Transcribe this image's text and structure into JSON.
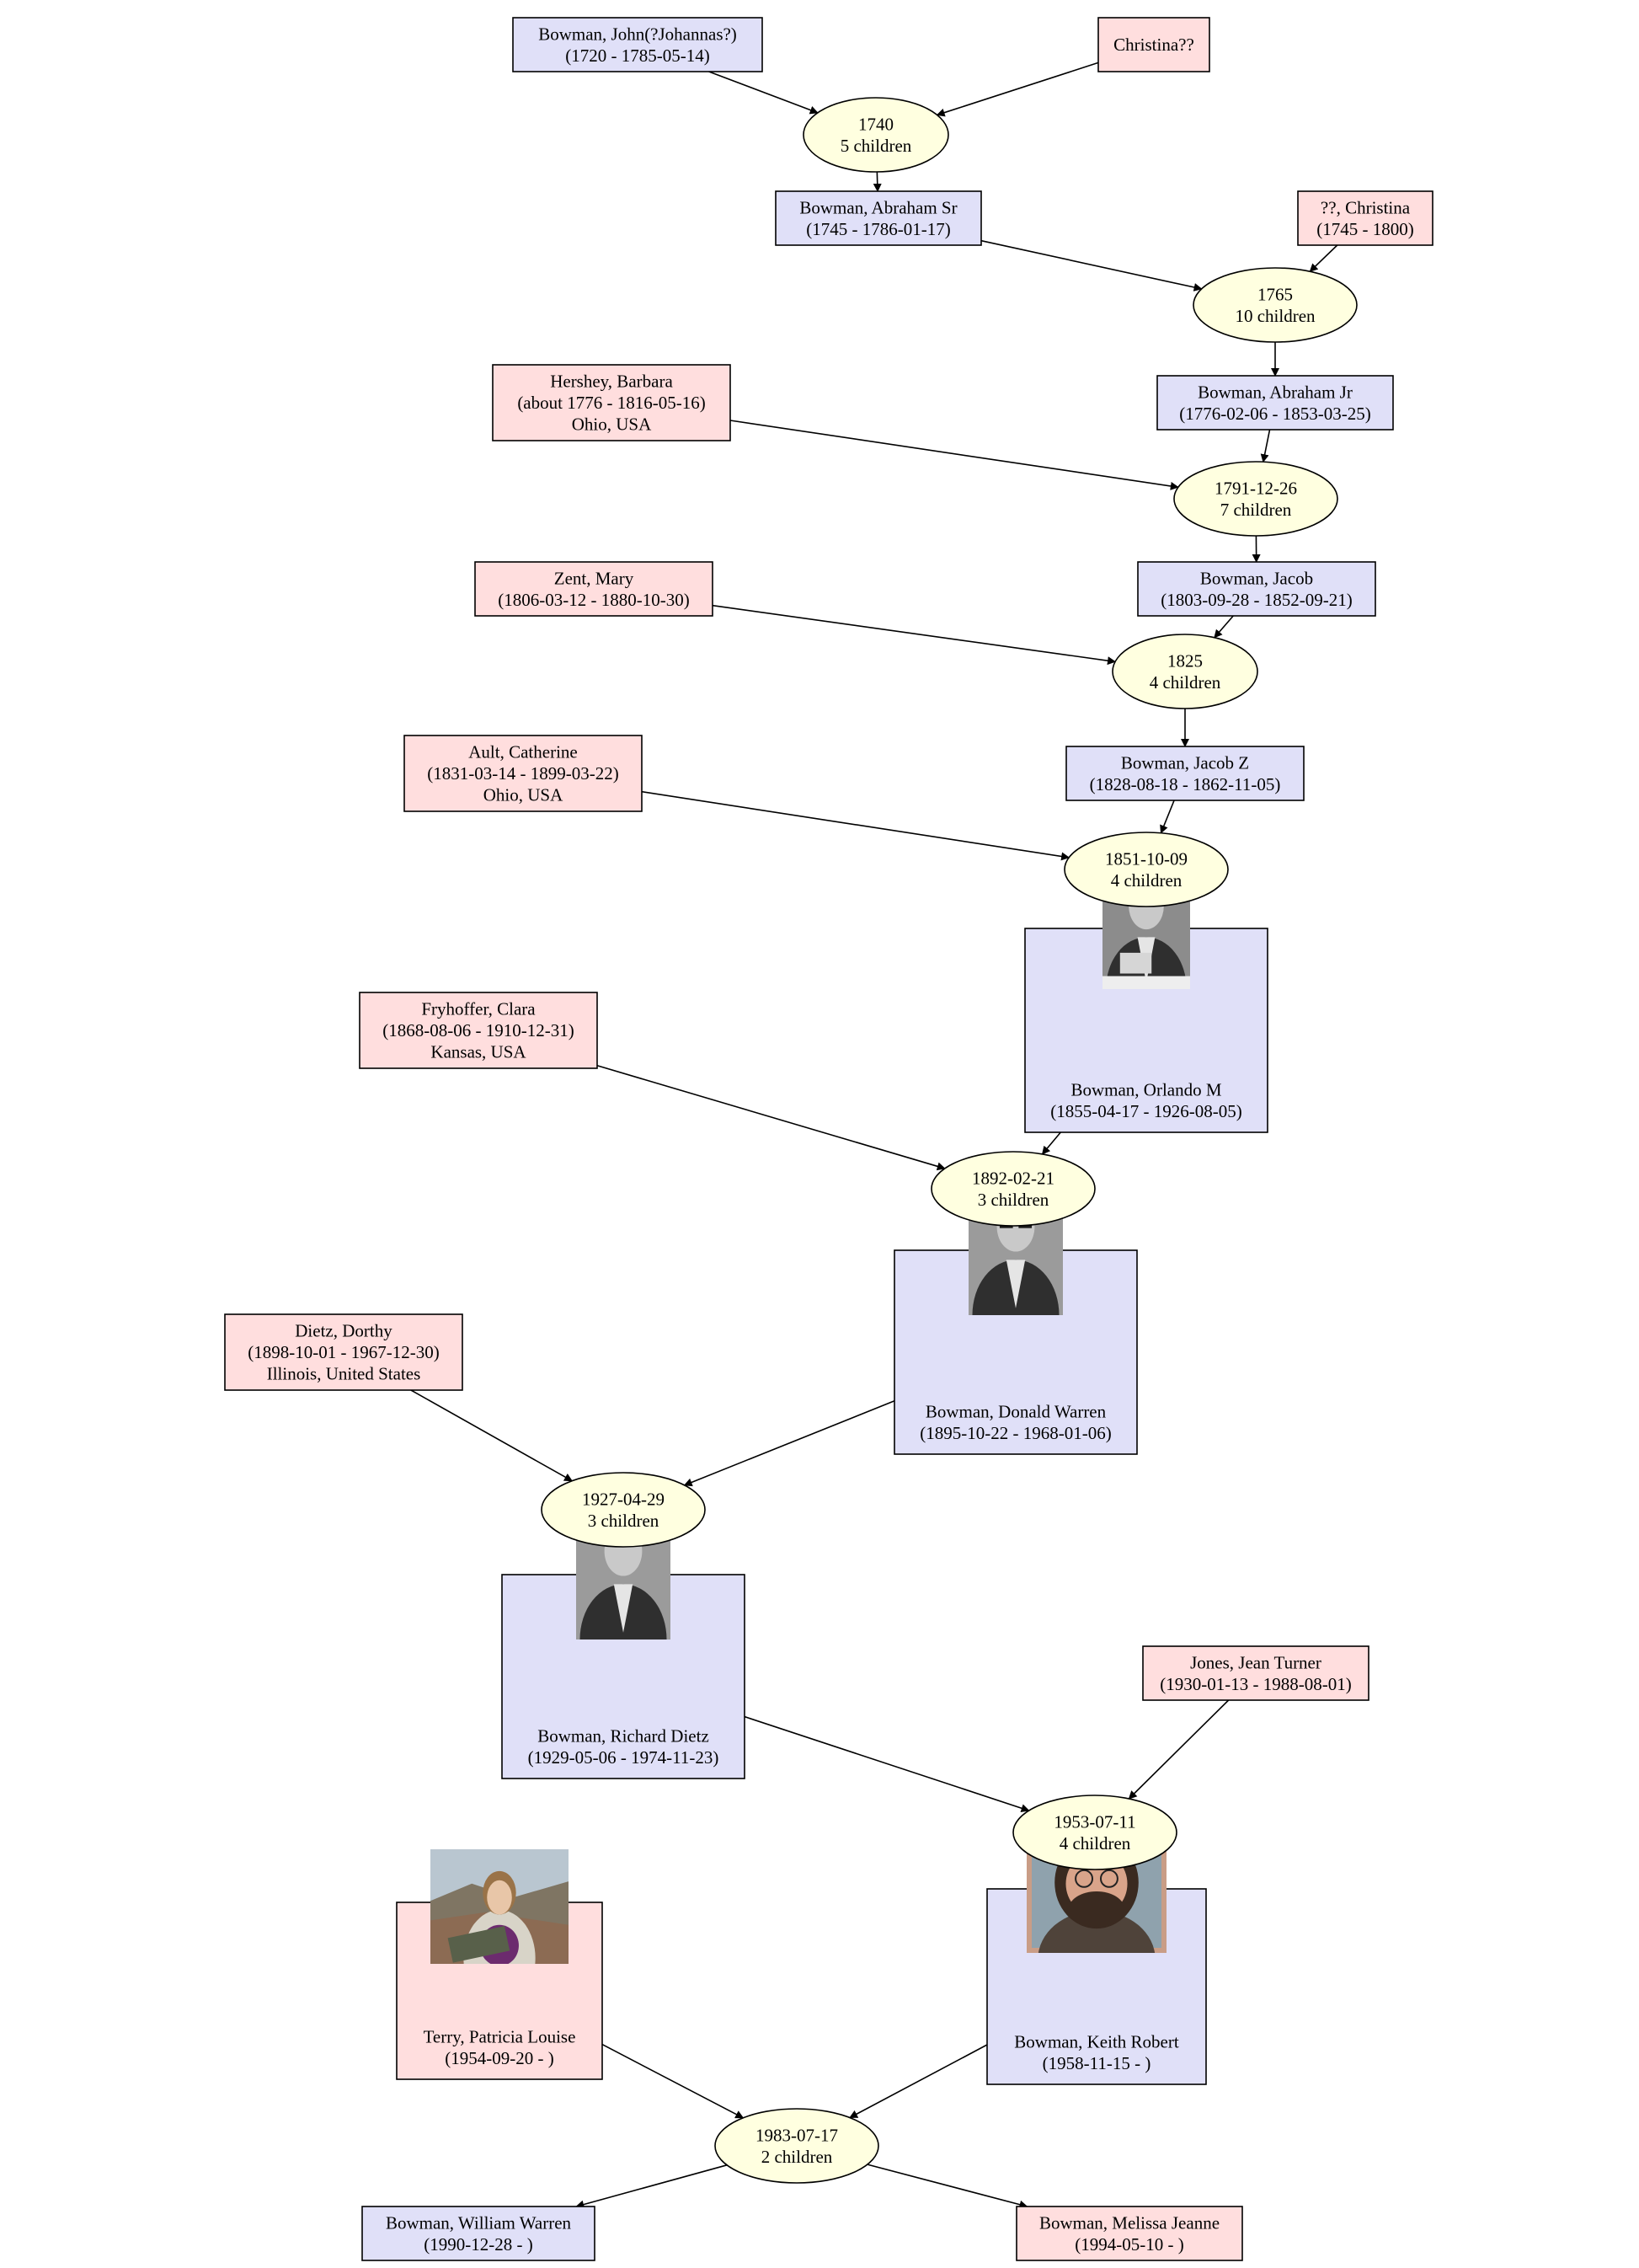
{
  "colors": {
    "male_fill": "#e0e0f8",
    "female_fill": "#ffdede",
    "family_fill": "#ffffe0",
    "stroke": "#000000",
    "edge": "#000000"
  },
  "people": {
    "john": {
      "lines": [
        "Bowman, John(?Johannas?)",
        "(1720 - 1785-05-14)"
      ],
      "sex": "male"
    },
    "christina1": {
      "lines": [
        "Christina??"
      ],
      "sex": "female"
    },
    "abrahamsr": {
      "lines": [
        "Bowman, Abraham Sr",
        "(1745 - 1786-01-17)"
      ],
      "sex": "male"
    },
    "christina2": {
      "lines": [
        "??, Christina",
        "(1745 - 1800)"
      ],
      "sex": "female"
    },
    "abrahamjr": {
      "lines": [
        "Bowman, Abraham Jr",
        "(1776-02-06 - 1853-03-25)"
      ],
      "sex": "male"
    },
    "barbara": {
      "lines": [
        "Hershey, Barbara",
        "(about 1776 - 1816-05-16)",
        "Ohio, USA"
      ],
      "sex": "female"
    },
    "jacob": {
      "lines": [
        "Bowman, Jacob",
        "(1803-09-28 - 1852-09-21)"
      ],
      "sex": "male"
    },
    "mary": {
      "lines": [
        "Zent, Mary",
        "(1806-03-12 - 1880-10-30)"
      ],
      "sex": "female"
    },
    "jacobz": {
      "lines": [
        "Bowman, Jacob Z",
        "(1828-08-18 - 1862-11-05)"
      ],
      "sex": "male"
    },
    "catherine": {
      "lines": [
        "Ault, Catherine",
        "(1831-03-14 - 1899-03-22)",
        "Ohio, USA"
      ],
      "sex": "female"
    },
    "orlando": {
      "lines": [
        "Bowman, Orlando M",
        "(1855-04-17 - 1926-08-05)"
      ],
      "sex": "male",
      "photo": "portrait-photo-orlando"
    },
    "clara": {
      "lines": [
        "Fryhoffer, Clara",
        "(1868-08-06 - 1910-12-31)",
        "Kansas, USA"
      ],
      "sex": "female"
    },
    "donald": {
      "lines": [
        "Bowman, Donald Warren",
        "(1895-10-22 - 1968-01-06)"
      ],
      "sex": "male",
      "photo": "portrait-photo-donald"
    },
    "dorthy": {
      "lines": [
        "Dietz, Dorthy",
        "(1898-10-01 - 1967-12-30)",
        "Illinois, United States"
      ],
      "sex": "female"
    },
    "richard": {
      "lines": [
        "Bowman, Richard Dietz",
        "(1929-05-06 - 1974-11-23)"
      ],
      "sex": "male",
      "photo": "portrait-photo-richard"
    },
    "jean": {
      "lines": [
        "Jones, Jean Turner",
        "(1930-01-13 - 1988-08-01)"
      ],
      "sex": "female"
    },
    "patricia": {
      "lines": [
        "Terry, Patricia Louise",
        "(1954-09-20 - )"
      ],
      "sex": "female",
      "photo": "portrait-photo-patricia"
    },
    "keith": {
      "lines": [
        "Bowman, Keith Robert",
        "(1958-11-15 - )"
      ],
      "sex": "male",
      "photo": "portrait-photo-keith"
    },
    "william": {
      "lines": [
        "Bowman, William Warren",
        "(1990-12-28 - )"
      ],
      "sex": "male"
    },
    "melissa": {
      "lines": [
        "Bowman, Melissa Jeanne",
        "(1994-05-10 - )"
      ],
      "sex": "female"
    }
  },
  "families": {
    "f1740": {
      "lines": [
        "1740",
        "5 children"
      ]
    },
    "f1765": {
      "lines": [
        "1765",
        "10 children"
      ]
    },
    "f1791": {
      "lines": [
        "1791-12-26",
        "7 children"
      ]
    },
    "f1825": {
      "lines": [
        "1825",
        "4 children"
      ]
    },
    "f1851": {
      "lines": [
        "1851-10-09",
        "4 children"
      ]
    },
    "f1892": {
      "lines": [
        "1892-02-21",
        "3 children"
      ]
    },
    "f1927": {
      "lines": [
        "1927-04-29",
        "3 children"
      ]
    },
    "f1953": {
      "lines": [
        "1953-07-11",
        "4 children"
      ]
    },
    "f1983": {
      "lines": [
        "1983-07-17",
        "2 children"
      ]
    }
  },
  "relations": [
    [
      "john",
      "f1740"
    ],
    [
      "christina1",
      "f1740"
    ],
    [
      "f1740",
      "abrahamsr"
    ],
    [
      "abrahamsr",
      "f1765"
    ],
    [
      "christina2",
      "f1765"
    ],
    [
      "f1765",
      "abrahamjr"
    ],
    [
      "abrahamjr",
      "f1791"
    ],
    [
      "barbara",
      "f1791"
    ],
    [
      "f1791",
      "jacob"
    ],
    [
      "jacob",
      "f1825"
    ],
    [
      "mary",
      "f1825"
    ],
    [
      "f1825",
      "jacobz"
    ],
    [
      "jacobz",
      "f1851"
    ],
    [
      "catherine",
      "f1851"
    ],
    [
      "f1851",
      "orlando"
    ],
    [
      "orlando",
      "f1892"
    ],
    [
      "clara",
      "f1892"
    ],
    [
      "f1892",
      "donald"
    ],
    [
      "dorthy",
      "f1927"
    ],
    [
      "donald",
      "f1927"
    ],
    [
      "f1927",
      "richard"
    ],
    [
      "richard",
      "f1953"
    ],
    [
      "jean",
      "f1953"
    ],
    [
      "f1953",
      "keith"
    ],
    [
      "patricia",
      "f1983"
    ],
    [
      "keith",
      "f1983"
    ],
    [
      "f1983",
      "william"
    ],
    [
      "f1983",
      "melissa"
    ]
  ]
}
